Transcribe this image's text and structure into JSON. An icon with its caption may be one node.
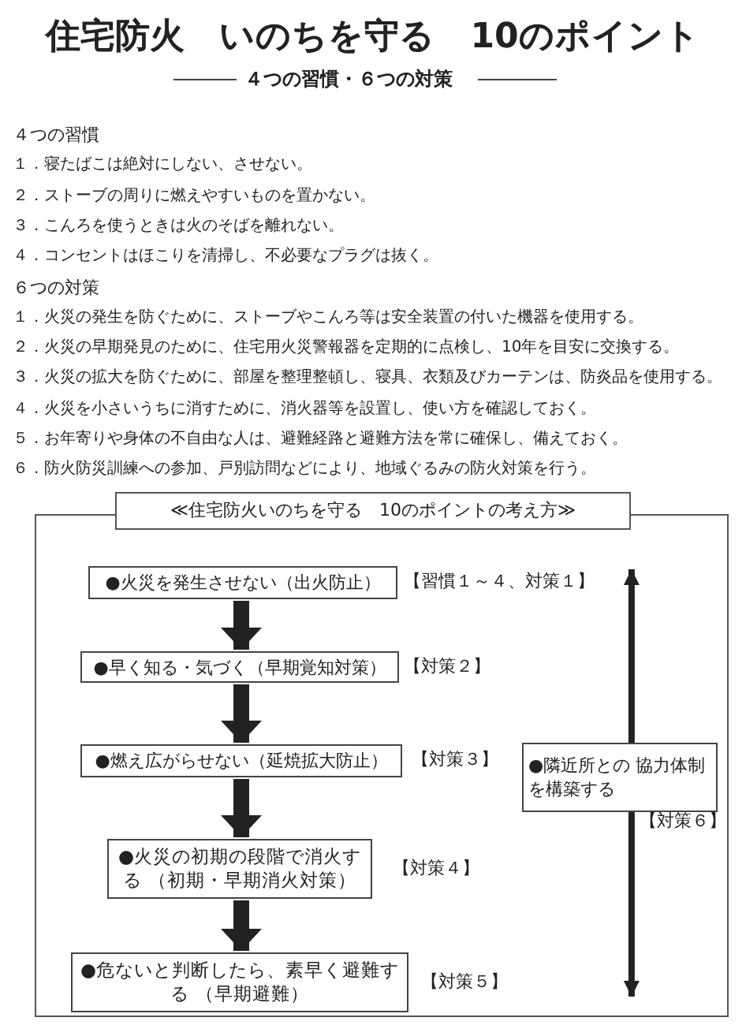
{
  "diagram": {
    "title": "住宅防火　いのちを守る　10のポイント",
    "nodes": [
      {
        "text": [
          "≪住宅防火いのちを守る　10のポイントの考え方≫"
        ]
      },
      {
        "text": [
          "●火災を発生させない（出火防止）"
        ],
        "in": 0,
        "beside": [
          "【習慣１～４、対策１】"
        ]
      },
      {
        "text": [
          "●早く知る・気づく（早期覚知対策）"
        ],
        "in": 0,
        "beside": [
          "【対策２】"
        ]
      },
      {
        "text": [
          "●燃え広がらせない（延焼拡大防止）"
        ],
        "in": 0,
        "beside": [
          "【対策３】"
        ]
      },
      {
        "text": [
          "●火災の初期の段階で消火する （初期・早期消火対策）"
        ],
        "in": 0,
        "beside": [
          "【対策４】"
        ]
      },
      {
        "text": [
          "●危ないと判断したら、素早く避難する （早期避難）"
        ],
        "in": 0,
        "beside": [
          "【対策５】"
        ]
      },
      {
        "text": [
          "●隣近所との 協力体制を構築する"
        ],
        "in": 0
      }
    ],
    "edges": [
      {
        "from": 1,
        "to": 2,
        "arrow": "to"
      },
      {
        "from": 2,
        "to": 3,
        "arrow": "to"
      },
      {
        "from": 3,
        "to": 4,
        "arrow": "to"
      },
      {
        "from": 4,
        "to": 5,
        "arrow": "to"
      },
      {
        "from": 6,
        "to": null,
        "arrow": "to"
      },
      {
        "from": 6,
        "to": null,
        "arrow": "to",
        "label": "【対策６】"
      }
    ],
    "labels": [
      "４つの習慣・６つの対策",
      "４つの習慣",
      "１．寝たばこは絶対にしない、させない。",
      "２．ストーブの周りに燃えやすいものを置かない。",
      "３．こんろを使うときは火のそばを離れない。",
      "４．コンセントはほこりを清掃し、不必要なプラグは抜く。",
      "６つの対策",
      "１．火災の発生を防ぐために、ストーブやこんろ等は安全装置の付いた機器を使用する。",
      "２．火災の早期発見のために、住宅用火災警報器を定期的に点検し、10年を目安に交換する。",
      "３．火災の拡大を防ぐために、部屋を整理整頓し、寝具、衣類及びカーテンは、防炎品を使用する。",
      "４．火災を小さいうちに消すために、消火器等を設置し、使い方を確認しておく。",
      "５．お年寄りや身体の不自由な人は、避難経路と避難方法を常に確保し、備えておく。",
      "６．防火防災訓練への参加、戸別訪問などにより、地域ぐるみの防火対策を行う。"
    ]
  }
}
